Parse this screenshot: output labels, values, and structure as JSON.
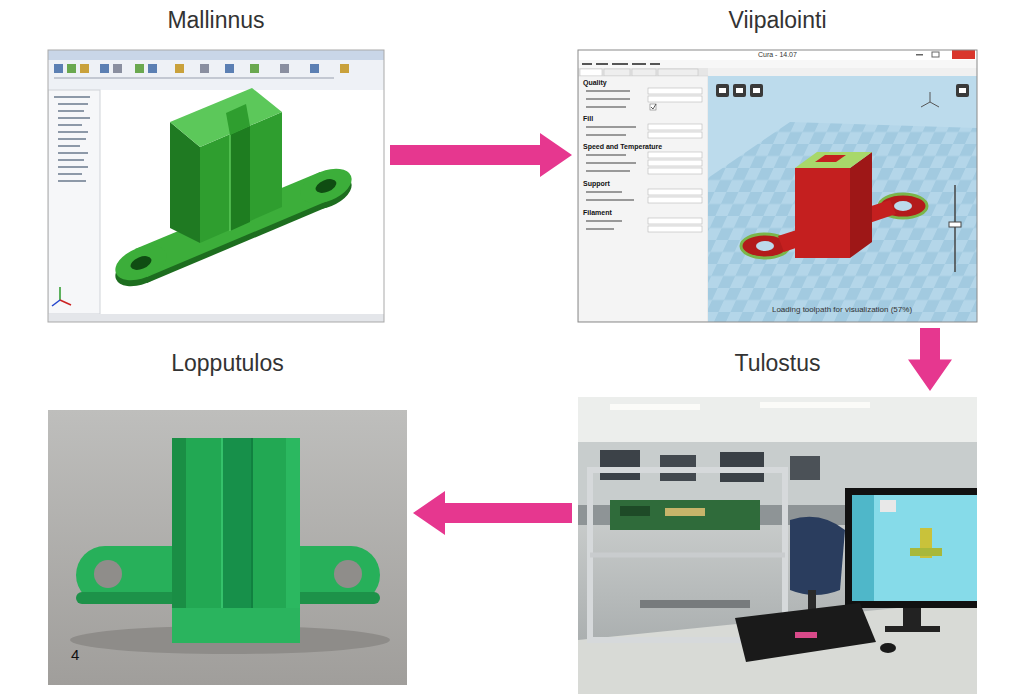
{
  "diagram": {
    "nodes": [
      {
        "text": [
          "Mallinnus"
        ]
      },
      {
        "text": [
          "Viipalointi"
        ]
      },
      {
        "text": [
          "Lopputulos"
        ]
      },
      {
        "text": [
          "Tulostus"
        ]
      }
    ],
    "edges": [
      {
        "from": 0,
        "to": 1,
        "arrow": "to"
      },
      {
        "from": 1,
        "to": 3,
        "arrow": "to"
      },
      {
        "from": 3,
        "to": 2,
        "arrow": "to"
      }
    ],
    "labels": [
      "Cura - 14.07",
      "Quality",
      "Fill",
      "Speed and Temperature",
      "Support",
      "Filament",
      "Loading toolpath for visualization (57%)",
      "4"
    ]
  }
}
